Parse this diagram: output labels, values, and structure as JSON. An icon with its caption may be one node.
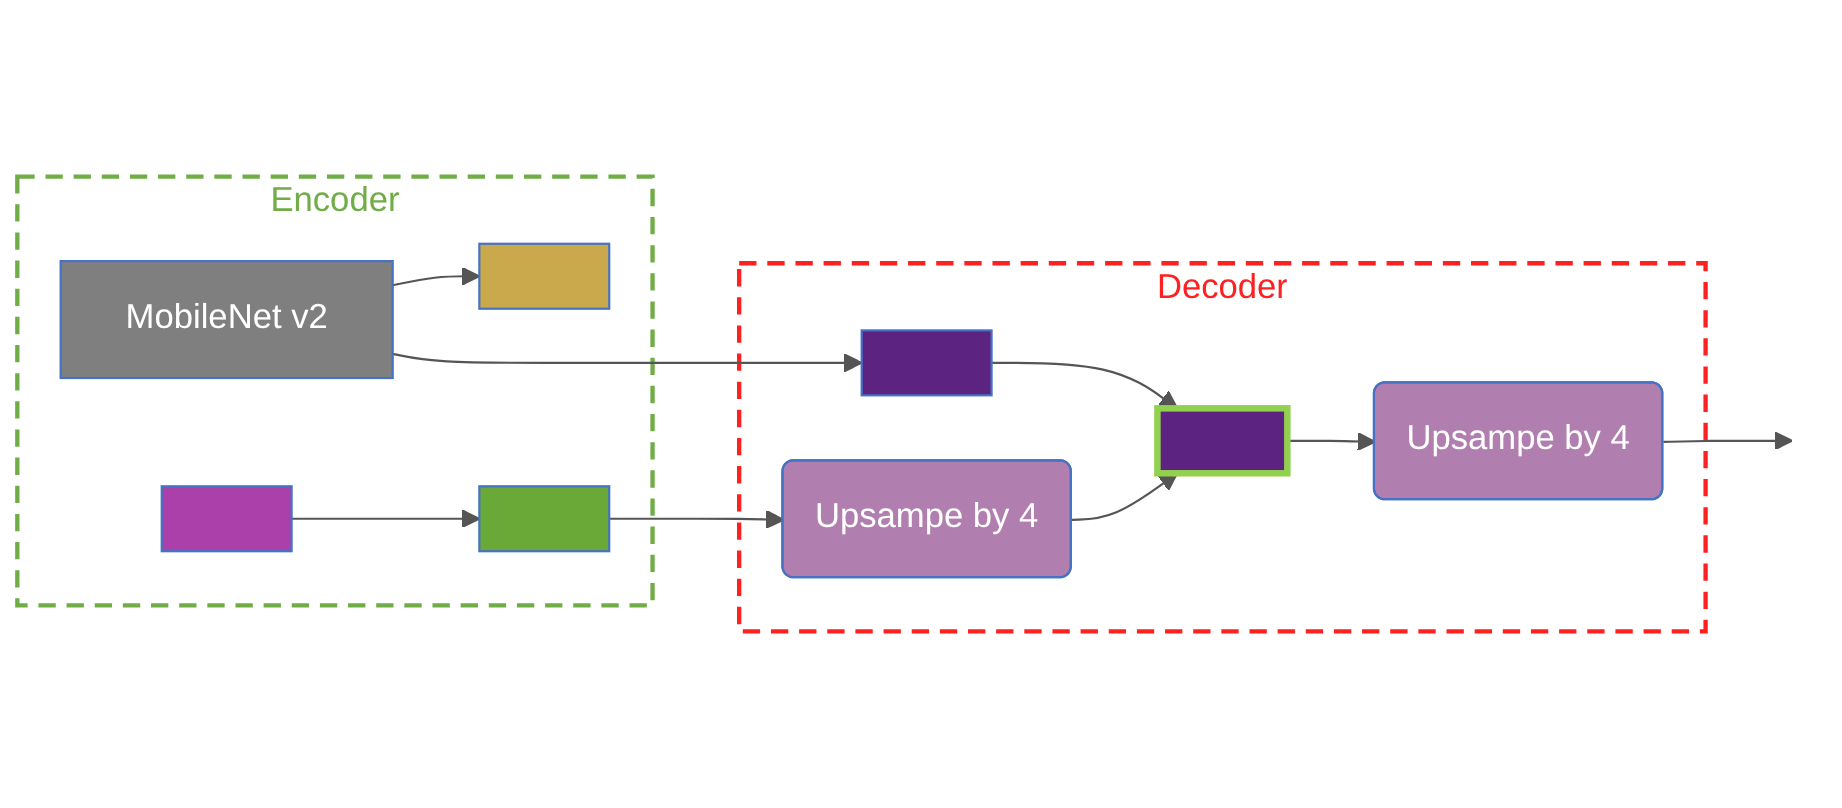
{
  "diagram": {
    "nodes": [
      {
        "text": [
          "Encoder"
        ]
      },
      {
        "text": [
          "Decoder"
        ]
      },
      {
        "text": [
          "MobileNet v2"
        ],
        "in": 0
      },
      {
        "text": [],
        "shape": "box",
        "in": 0
      },
      {
        "text": [],
        "shape": "box",
        "in": 0
      },
      {
        "text": [],
        "shape": "box",
        "in": 0
      },
      {
        "text": [
          "Upsampe by 4"
        ],
        "in": 1
      },
      {
        "text": [],
        "shape": "box",
        "in": 1
      },
      {
        "text": [],
        "shape": "box",
        "in": 1
      },
      {
        "text": [
          "Upsampe by 4"
        ],
        "in": 1
      }
    ],
    "edges": [
      {
        "from": 2,
        "to": 3,
        "arrow": "to"
      },
      {
        "from": 4,
        "to": 5,
        "arrow": "to"
      },
      {
        "from": 5,
        "to": 6,
        "arrow": "to"
      },
      {
        "from": 6,
        "to": 8,
        "arrow": "to"
      },
      {
        "from": 2,
        "to": 7,
        "arrow": "to"
      },
      {
        "from": 7,
        "to": 8,
        "arrow": "to"
      },
      {
        "from": 8,
        "to": 9,
        "arrow": "to"
      },
      {
        "from": 9,
        "to": null,
        "arrow": "to"
      }
    ]
  }
}
